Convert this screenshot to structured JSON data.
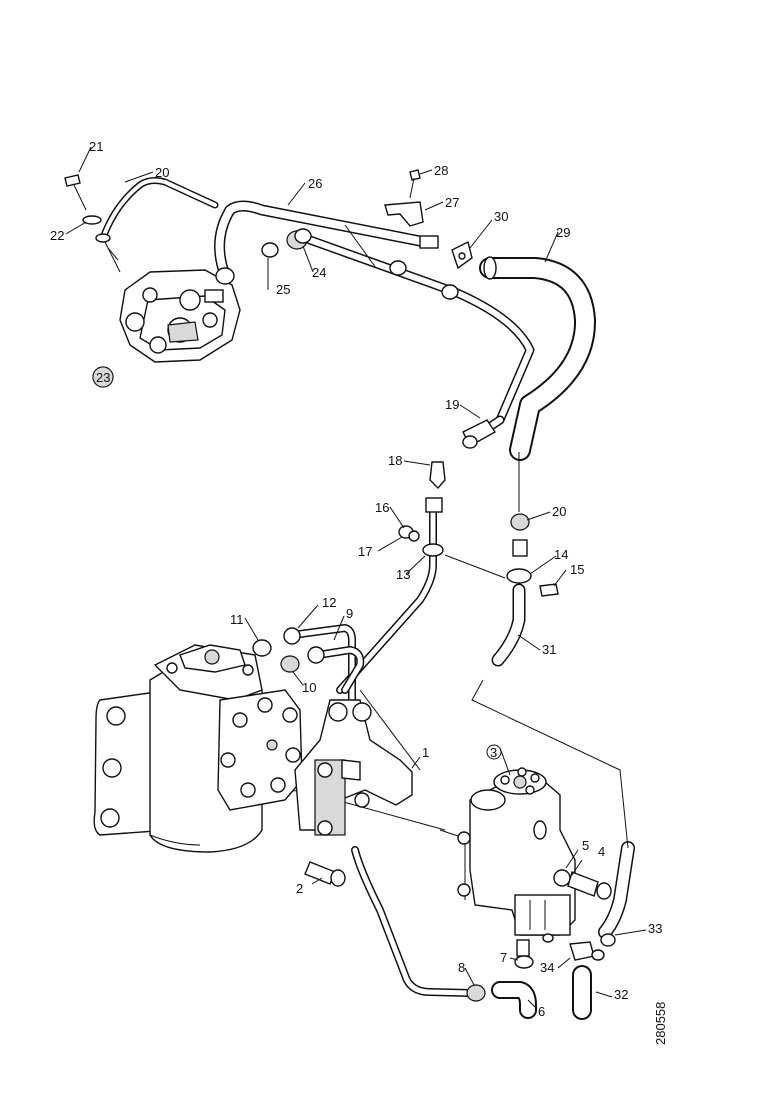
{
  "figure_ref": "280558",
  "callouts": [
    {
      "id": "c1",
      "text": "1"
    },
    {
      "id": "c2",
      "text": "2"
    },
    {
      "id": "c3",
      "text": "3"
    },
    {
      "id": "c4",
      "text": "4"
    },
    {
      "id": "c5",
      "text": "5"
    },
    {
      "id": "c6",
      "text": "6"
    },
    {
      "id": "c7",
      "text": "7"
    },
    {
      "id": "c8",
      "text": "8"
    },
    {
      "id": "c9",
      "text": "9"
    },
    {
      "id": "c10",
      "text": "10"
    },
    {
      "id": "c11",
      "text": "11"
    },
    {
      "id": "c12",
      "text": "12"
    },
    {
      "id": "c13",
      "text": "13"
    },
    {
      "id": "c14",
      "text": "14"
    },
    {
      "id": "c15",
      "text": "15"
    },
    {
      "id": "c16",
      "text": "16"
    },
    {
      "id": "c17",
      "text": "17"
    },
    {
      "id": "c18",
      "text": "18"
    },
    {
      "id": "c19",
      "text": "19"
    },
    {
      "id": "c20a",
      "text": "20"
    },
    {
      "id": "c20b",
      "text": "20"
    },
    {
      "id": "c21",
      "text": "21"
    },
    {
      "id": "c22",
      "text": "22"
    },
    {
      "id": "c23",
      "text": "23"
    },
    {
      "id": "c24",
      "text": "24"
    },
    {
      "id": "c25",
      "text": "25"
    },
    {
      "id": "c26",
      "text": "26"
    },
    {
      "id": "c27",
      "text": "27"
    },
    {
      "id": "c28",
      "text": "28"
    },
    {
      "id": "c29",
      "text": "29"
    },
    {
      "id": "c30",
      "text": "30"
    },
    {
      "id": "c31",
      "text": "31"
    },
    {
      "id": "c32",
      "text": "32"
    },
    {
      "id": "c33",
      "text": "33"
    },
    {
      "id": "c34",
      "text": "34"
    }
  ]
}
